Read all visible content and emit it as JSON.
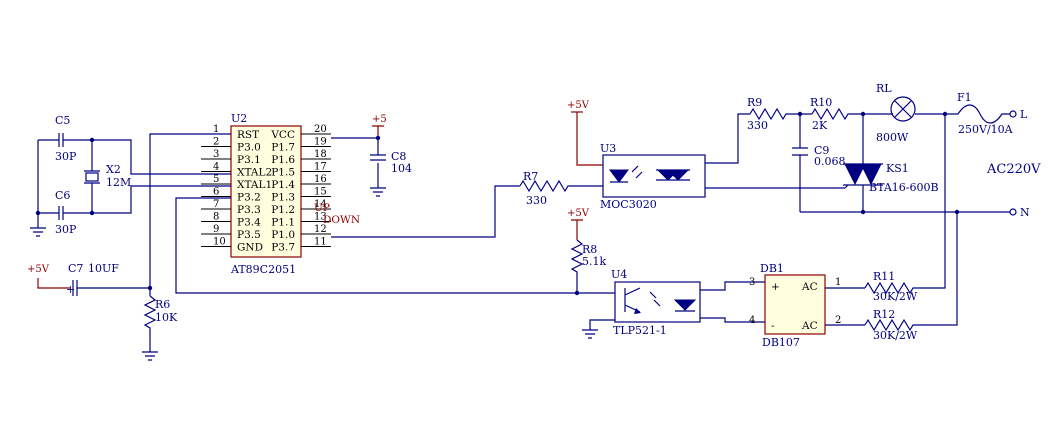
{
  "u2": {
    "ref": "U2",
    "part": "AT89C2051",
    "left_pins": [
      {
        "num": "1",
        "name": "RST"
      },
      {
        "num": "2",
        "name": "P3.0"
      },
      {
        "num": "3",
        "name": "P3.1"
      },
      {
        "num": "4",
        "name": "XTAL2"
      },
      {
        "num": "5",
        "name": "XTAL1"
      },
      {
        "num": "6",
        "name": "P3.2"
      },
      {
        "num": "7",
        "name": "P3.3"
      },
      {
        "num": "8",
        "name": "P3.4"
      },
      {
        "num": "9",
        "name": "P3.5"
      },
      {
        "num": "10",
        "name": "GND"
      }
    ],
    "right_pins": [
      {
        "num": "20",
        "name": "VCC"
      },
      {
        "num": "19",
        "name": "P1.7"
      },
      {
        "num": "18",
        "name": "P1.6"
      },
      {
        "num": "17",
        "name": "P1.5"
      },
      {
        "num": "16",
        "name": "P1.4"
      },
      {
        "num": "15",
        "name": "P1.3"
      },
      {
        "num": "14",
        "name": "P1.2"
      },
      {
        "num": "13",
        "name": "P1.1"
      },
      {
        "num": "12",
        "name": "P1.0"
      },
      {
        "num": "11",
        "name": "P3.7"
      }
    ]
  },
  "nets": {
    "up": "UP",
    "down": "DOWN"
  },
  "power": {
    "vcc_plus5": "+5",
    "vcc_5v": "+5V"
  },
  "components": {
    "c5": {
      "ref": "C5",
      "value": "30P"
    },
    "c6": {
      "ref": "C6",
      "value": "30P"
    },
    "x2": {
      "ref": "X2",
      "value": "12M"
    },
    "c7": {
      "ref": "C7",
      "value": "10UF"
    },
    "r6": {
      "ref": "R6",
      "value": "10K"
    },
    "c8": {
      "ref": "C8",
      "value": "104"
    },
    "r7": {
      "ref": "R7",
      "value": "330"
    },
    "u3": {
      "ref": "U3",
      "part": "MOC3020"
    },
    "r8": {
      "ref": "R8",
      "value": "5.1k"
    },
    "u4": {
      "ref": "U4",
      "part": "TLP521-1"
    },
    "r9": {
      "ref": "R9",
      "value": "330"
    },
    "r10": {
      "ref": "R10",
      "value": "2K"
    },
    "c9": {
      "ref": "C9",
      "value": "0.068"
    },
    "rl": {
      "ref": "RL",
      "value": "800W"
    },
    "ks1": {
      "ref": "KS1",
      "part": "BTA16-600B"
    },
    "f1": {
      "ref": "F1",
      "value": "250V/10A"
    },
    "db1": {
      "ref": "DB1",
      "part": "DB107",
      "pin3": "3",
      "pin4": "4",
      "pin1": "1",
      "pin2": "2",
      "plus": "+",
      "minus": "-",
      "ac": "AC"
    },
    "r11": {
      "ref": "R11",
      "value": "30K/2W"
    },
    "r12": {
      "ref": "R12",
      "value": "30K/2W"
    }
  },
  "terminals": {
    "l": "L",
    "n": "N",
    "mains": "AC220V"
  }
}
